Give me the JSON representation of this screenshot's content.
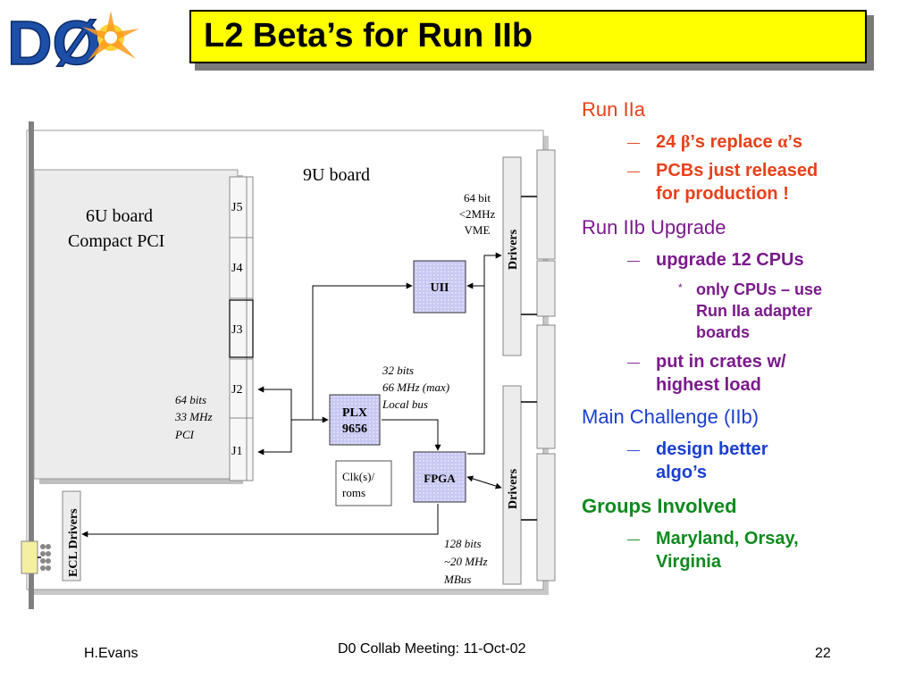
{
  "colors": {
    "title_bg": "#ffff00",
    "red": "#e8401a",
    "purple": "#7b1a8c",
    "blue": "#1a3fd1",
    "green": "#0f8a1e"
  },
  "logo": {
    "text": "DØ"
  },
  "title": "L2 Beta’s for Run IIb",
  "diagram": {
    "board9u": "9U board",
    "board6u_line1": "6U board",
    "board6u_line2": "Compact PCI",
    "connectors": [
      "J5",
      "J4",
      "J3",
      "J2",
      "J1"
    ],
    "vme_line1": "64 bit",
    "vme_line2": "<2MHz",
    "vme_line3": "VME",
    "drivers_top": "Drivers",
    "drivers_bottom": "Drivers",
    "ecl_drivers": "ECL Drivers",
    "uii": "UII",
    "plx_line1": "PLX",
    "plx_line2": "9656",
    "fpga": "FPGA",
    "clk_line1": "Clk(s)/",
    "clk_line2": "roms",
    "local_line1": "32 bits",
    "local_line2": "66 MHz (max)",
    "local_line3": "Local bus",
    "pci_line1": "64 bits",
    "pci_line2": "33 MHz",
    "pci_line3": "PCI",
    "mbus_line1": "128 bits",
    "mbus_line2": "~20 MHz",
    "mbus_line3": "MBus"
  },
  "bullets": {
    "run2a": "Run IIa",
    "run2a_b1_pre": "24 ",
    "run2a_b1_beta": "β",
    "run2a_b1_mid": "’s replace ",
    "run2a_b1_alpha": "α",
    "run2a_b1_post": "’s",
    "run2a_b2_l1": "PCBs just released",
    "run2a_b2_l2": "for production !",
    "run2b": "Run IIb Upgrade",
    "run2b_b1": "upgrade 12 CPUs",
    "run2b_sub_l1": "only CPUs – use",
    "run2b_sub_l2": "Run IIa adapter",
    "run2b_sub_l3": "boards",
    "run2b_b2_l1": "put in crates w/",
    "run2b_b2_l2": "highest load",
    "challenge": "Main Challenge (IIb)",
    "challenge_b1_l1": "design better",
    "challenge_b1_l2": "algo’s",
    "groups": "Groups Involved",
    "groups_b1_l1": "Maryland, Orsay,",
    "groups_b1_l2": "Virginia",
    "dash": "—",
    "star": "*"
  },
  "footer": {
    "left": "H.Evans",
    "center": "D0 Collab Meeting: 11-Oct-02",
    "right": "22"
  }
}
